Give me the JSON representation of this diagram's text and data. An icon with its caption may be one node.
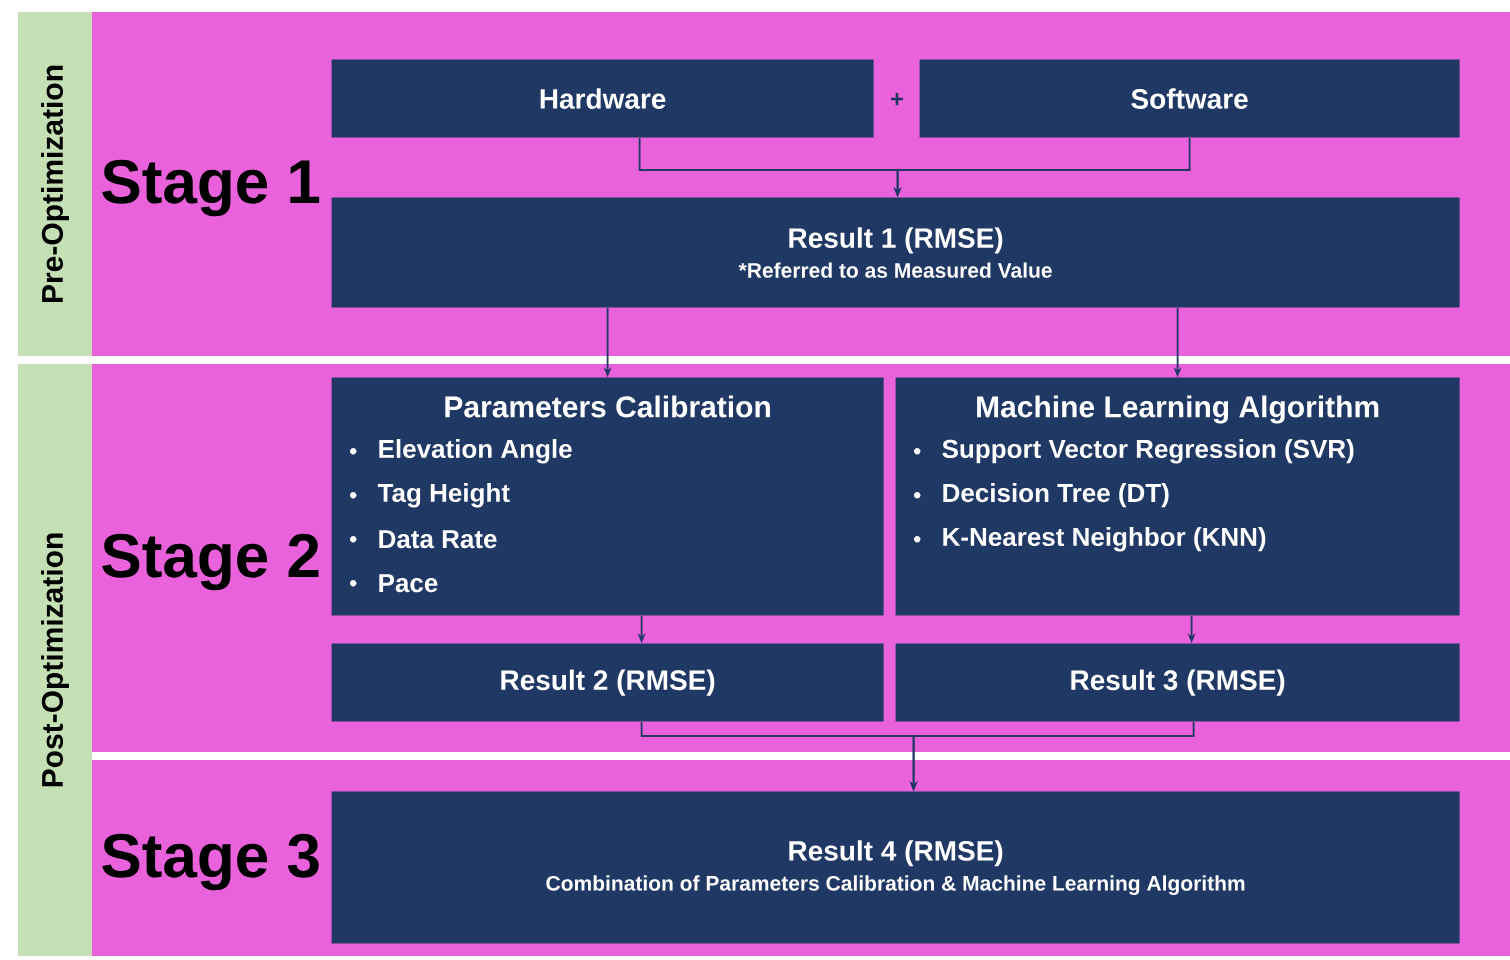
{
  "diagram": {
    "nodes": [
      {
        "text": [
          "Pre-Optimization"
        ]
      },
      {
        "text": [
          "Post-Optimization"
        ]
      },
      {
        "text": [
          "Stage 1"
        ]
      },
      {
        "text": [
          "Stage 2"
        ]
      },
      {
        "text": [
          "Stage 3"
        ]
      },
      {
        "text": [
          "Hardware"
        ],
        "in": 2
      },
      {
        "text": [
          "Software"
        ],
        "in": 2
      },
      {
        "text": [
          "Result 1 (RMSE)",
          "*Referred to as Measured Value"
        ],
        "in": 2
      },
      {
        "text": [
          "Parameters Calibration",
          "Elevation Angle",
          "Tag Height",
          "Data Rate",
          "Pace"
        ],
        "in": 3
      },
      {
        "text": [
          "Machine Learning Algorithm",
          "Support Vector Regression (SVR)",
          "Decision Tree (DT)",
          "K-Nearest Neighbor (KNN)"
        ],
        "in": 3
      },
      {
        "text": [
          "Result 2 (RMSE)"
        ],
        "in": 3
      },
      {
        "text": [
          "Result 3 (RMSE)"
        ],
        "in": 3
      },
      {
        "text": [
          "Result 4 (RMSE)",
          "Combination of Parameters Calibration & Machine Learning Algorithm"
        ],
        "in": 4
      }
    ],
    "edges": [
      {
        "from": 5,
        "to": 7,
        "arrow": "to"
      },
      {
        "from": 6,
        "to": 7,
        "arrow": "to"
      },
      {
        "from": 7,
        "to": 8,
        "arrow": "to"
      },
      {
        "from": 7,
        "to": 9,
        "arrow": "to"
      },
      {
        "from": 8,
        "to": 10,
        "arrow": "to"
      },
      {
        "from": 9,
        "to": 11,
        "arrow": "to"
      },
      {
        "from": 10,
        "to": 12,
        "arrow": "to"
      },
      {
        "from": 11,
        "to": 12,
        "arrow": "to"
      }
    ],
    "labels": [
      "+"
    ]
  }
}
